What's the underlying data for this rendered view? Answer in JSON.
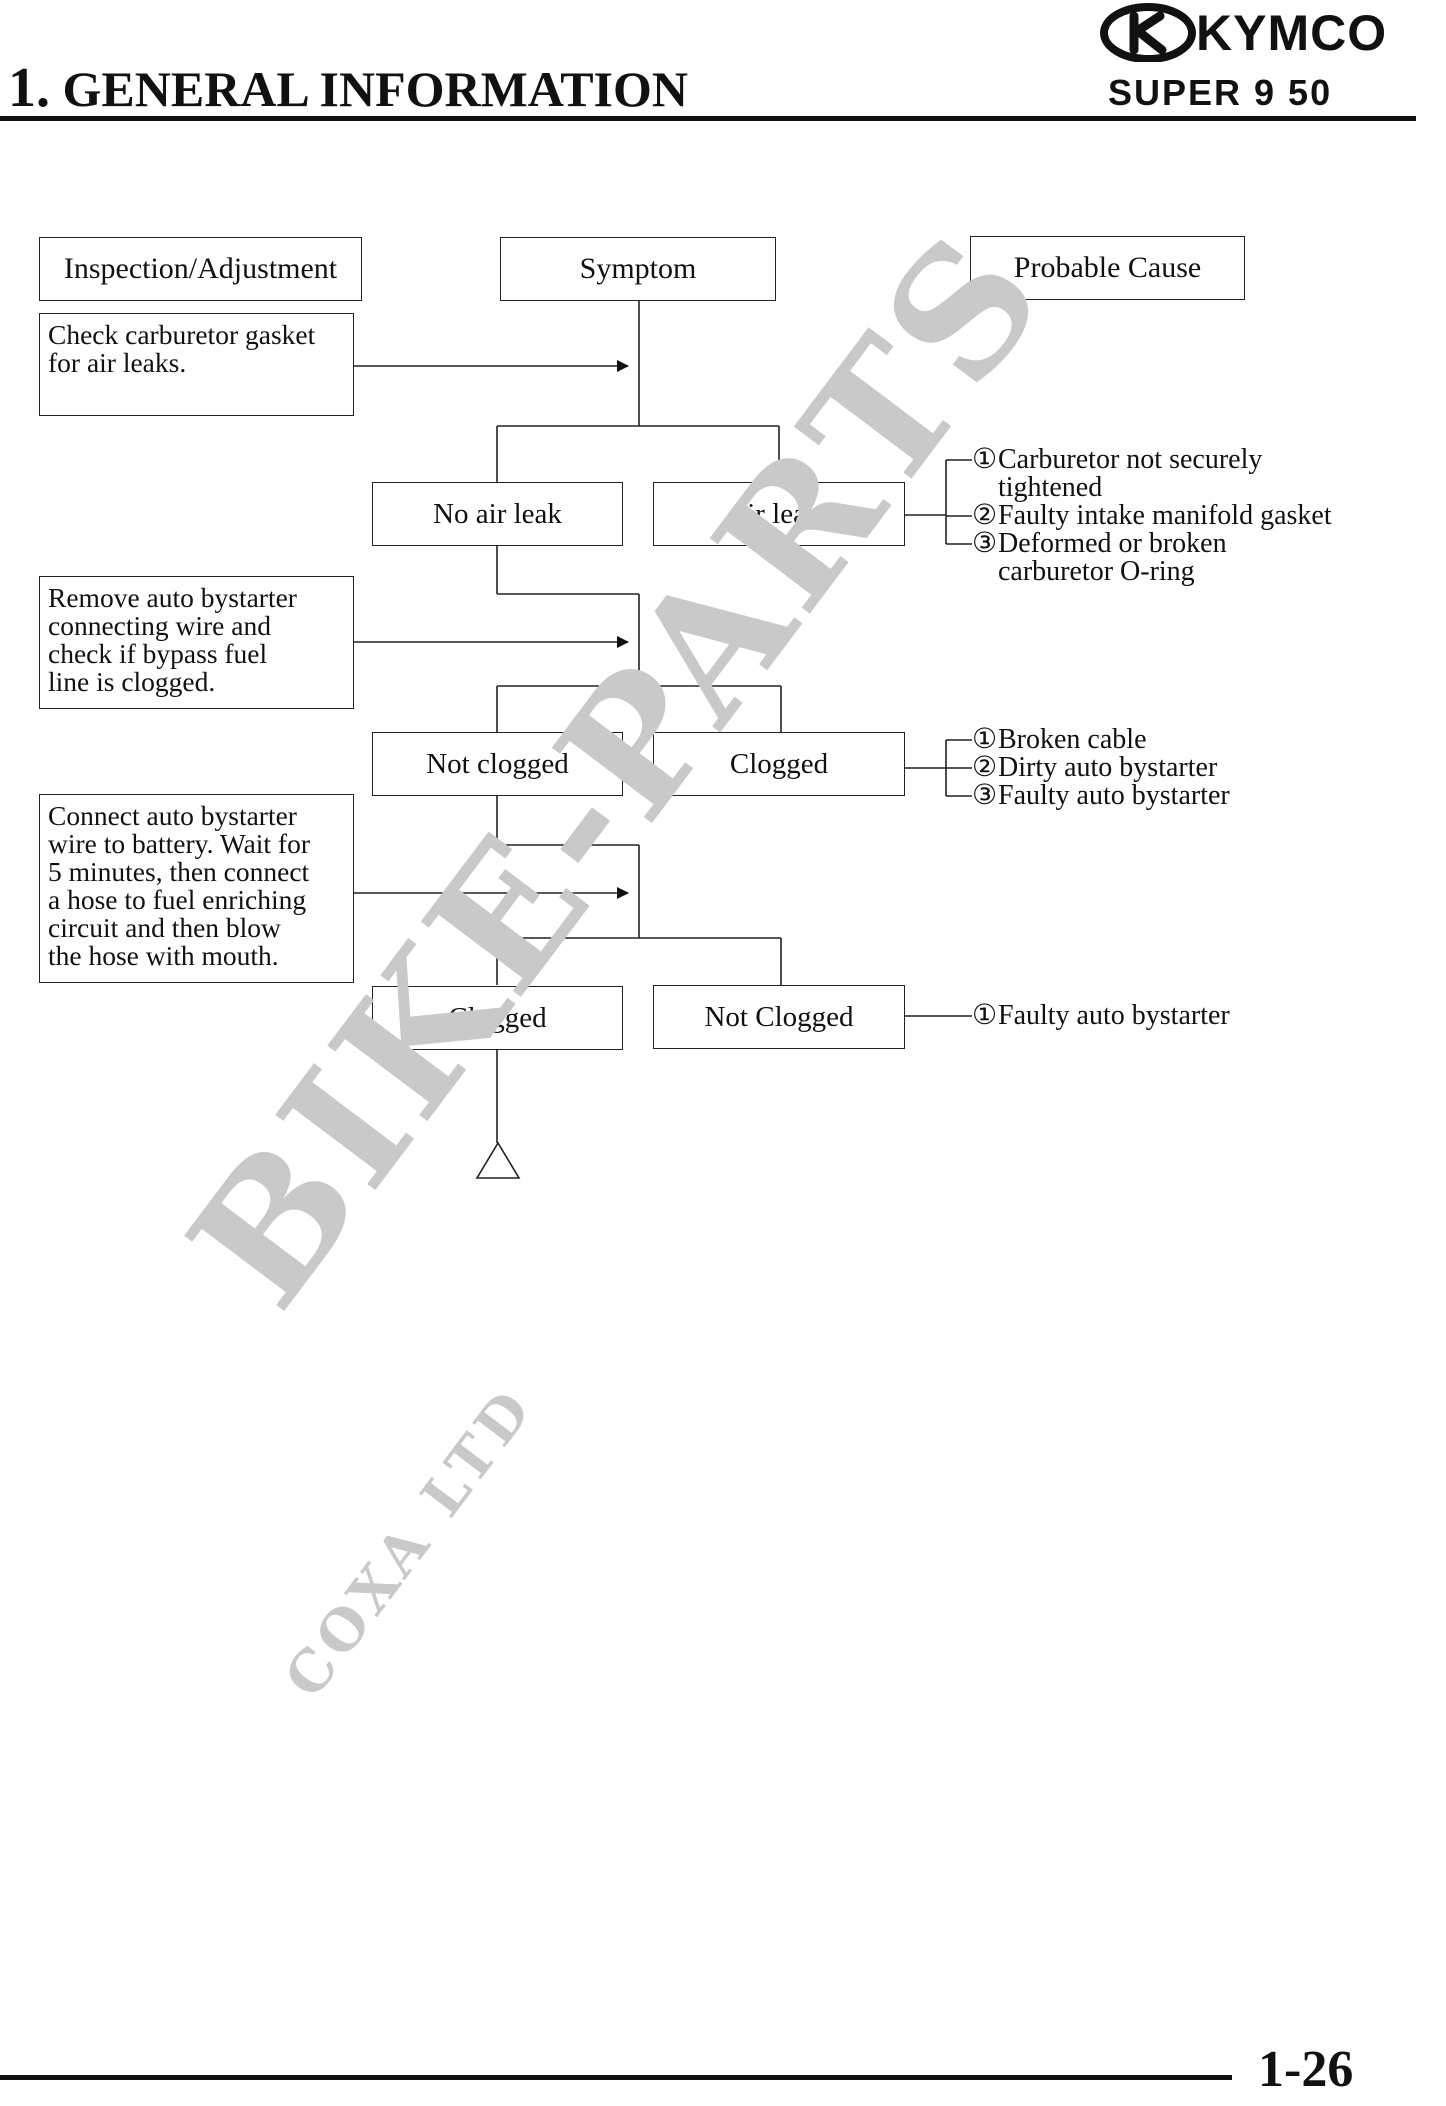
{
  "header": {
    "chapter_number": "1.",
    "chapter_title": "GENERAL INFORMATION",
    "brand": "KYMCO",
    "model": "SUPER 9    50"
  },
  "flowchart": {
    "column_headers": {
      "inspection": "Inspection/Adjustment",
      "symptom": "Symptom",
      "cause": "Probable Cause"
    },
    "steps": [
      {
        "inspection": "Check carburetor gasket\nfor air leaks.",
        "result_left": "No air leak",
        "result_right": "Air leaks",
        "causes": [
          {
            "marker": "①",
            "text": "Carburetor not securely"
          },
          {
            "marker": "",
            "text": "tightened"
          },
          {
            "marker": "②",
            "text": "Faulty intake manifold gasket"
          },
          {
            "marker": "③",
            "text": "Deformed or broken"
          },
          {
            "marker": "",
            "text": "carburetor O-ring"
          }
        ]
      },
      {
        "inspection": "Remove auto bystarter\nconnecting wire and\ncheck if bypass fuel\nline is clogged.",
        "result_left": "Not clogged",
        "result_right": "Clogged",
        "causes": [
          {
            "marker": "①",
            "text": "Broken cable"
          },
          {
            "marker": "②",
            "text": "Dirty auto bystarter"
          },
          {
            "marker": "③",
            "text": "Faulty auto bystarter"
          }
        ]
      },
      {
        "inspection": "Connect auto bystarter\nwire to battery. Wait for\n5 minutes, then connect\na hose to fuel enriching\ncircuit and then blow\nthe hose with mouth.",
        "result_left": "Clogged",
        "result_right": "Not Clogged",
        "causes": [
          {
            "marker": "①",
            "text": "Faulty auto bystarter"
          }
        ]
      }
    ]
  },
  "watermark": {
    "main": "BIKE-PARTS",
    "sub": "COXA LTD"
  },
  "footer": {
    "page_number": "1-26"
  }
}
